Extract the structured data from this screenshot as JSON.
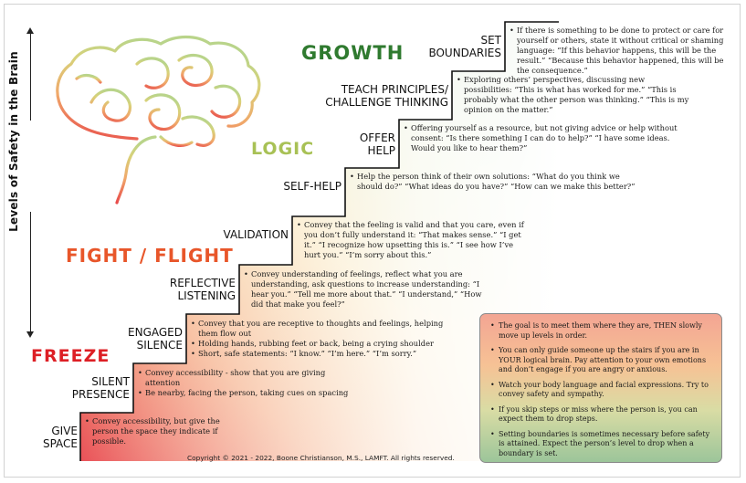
{
  "axis": {
    "label": "Levels of Safety in the Brain"
  },
  "zones": {
    "growth": "GROWTH",
    "logic": "LOGIC",
    "fight_flight": "FIGHT / FLIGHT",
    "freeze": "FREEZE"
  },
  "colors": {
    "growth": "#2f7a2f",
    "logic": "#a8c155",
    "fight_flight": "#e8562a",
    "freeze": "#dd1f25",
    "stair_red": "#e8484f",
    "stair_green": "#1f6e2a"
  },
  "brain_icon": "brain-icon",
  "steps": [
    {
      "label": [
        "GIVE",
        "SPACE"
      ],
      "desc": [
        "Convey accessibility, but give the person the space they indicate if possible."
      ]
    },
    {
      "label": [
        "SILENT",
        "PRESENCE"
      ],
      "desc": [
        "Convey accessibility - show that you are giving attention",
        "Be nearby, facing the person, taking cues on spacing"
      ]
    },
    {
      "label": [
        "ENGAGED",
        "SILENCE"
      ],
      "desc": [
        "Convey that you are receptive to thoughts and feelings, helping them flow out",
        "Holding hands, rubbing feet or back, being a crying shoulder",
        "Short, safe statements: “I know.” “I’m here.” “I’m sorry.”"
      ]
    },
    {
      "label": [
        "REFLECTIVE",
        "LISTENING"
      ],
      "desc": [
        "Convey understanding of feelings, reflect what you are understanding, ask questions to increase understanding: “I hear you.” “Tell me more about that.” “I understand,” “How did that make you feel?”"
      ]
    },
    {
      "label": [
        "VALIDATION"
      ],
      "desc": [
        "Convey that the feeling is valid and that you care, even if you don’t fully understand it: “That makes sense.” “I get it.” “I recognize how upsetting this is.” “I see how I’ve hurt you.” “I’m sorry about this.”"
      ]
    },
    {
      "label": [
        "SELF-HELP"
      ],
      "desc": [
        "Help the person think of their own solutions: “What do you think we should do?” “What ideas do you have?” “How can we make this better?”"
      ]
    },
    {
      "label": [
        "OFFER",
        "HELP"
      ],
      "desc": [
        "Offering yourself as a resource, but not giving advice or help without consent: “Is there something I can do to help?” “I have some ideas. Would you like to hear them?”"
      ]
    },
    {
      "label": [
        "TEACH PRINCIPLES/",
        "CHALLENGE THINKING"
      ],
      "desc": [
        "Exploring others’ perspectives, discussing new possibilities: “This is what has worked for me.” “This is probably what the other person was thinking.” “This is my opinion on the matter.”"
      ]
    },
    {
      "label": [
        "SET",
        "BOUNDARIES"
      ],
      "desc": [
        "If there is something to be done to protect or care for yourself or others, state it without critical or shaming language: “If this behavior happens, this will be the result.” “Because this behavior happened, this will be the consequence.”"
      ]
    }
  ],
  "notes": [
    "The goal is to meet them where they are, THEN slowly move up levels in order.",
    "You can only guide someone up the stairs if you are in YOUR logical brain. Pay attention to your own emotions and don’t engage if you are angry or anxious.",
    "Watch your body language and facial expressions. Try to convey safety and sympathy.",
    "If you skip steps or miss where the person is, you can expect them to drop steps.",
    "Setting boundaries is sometimes necessary before safety is attained. Expect the person’s level to drop when a boundary is set."
  ],
  "copyright": "Copyright © 2021 - 2022, Boone Christianson, M.S., LAMFT. All rights reserved."
}
